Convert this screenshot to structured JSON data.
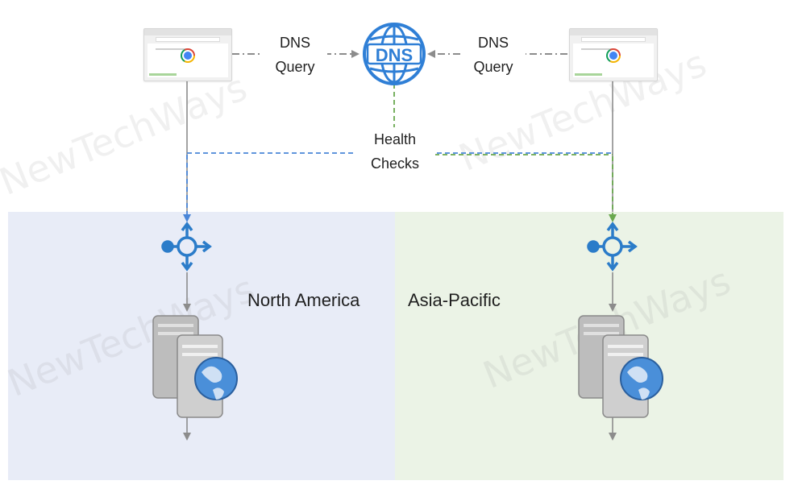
{
  "dns_server": {
    "label": "DNS"
  },
  "flows": {
    "left_query": {
      "line1": "DNS",
      "line2": "Query"
    },
    "right_query": {
      "line1": "DNS",
      "line2": "Query"
    },
    "health_checks": {
      "line1": "Health",
      "line2": "Checks"
    }
  },
  "regions": [
    {
      "name": "North America",
      "color": "#e8ecf7"
    },
    {
      "name": "Asia-Pacific",
      "color": "#ebf3e6"
    }
  ],
  "watermark": "NewTechWays",
  "colors": {
    "dns_blue": "#2f7fd6",
    "health_blue": "#4a86d8",
    "health_green": "#6aa84f",
    "connector_gray": "#8c8c8c",
    "loadbalancer_blue": "#2b7cc9"
  }
}
